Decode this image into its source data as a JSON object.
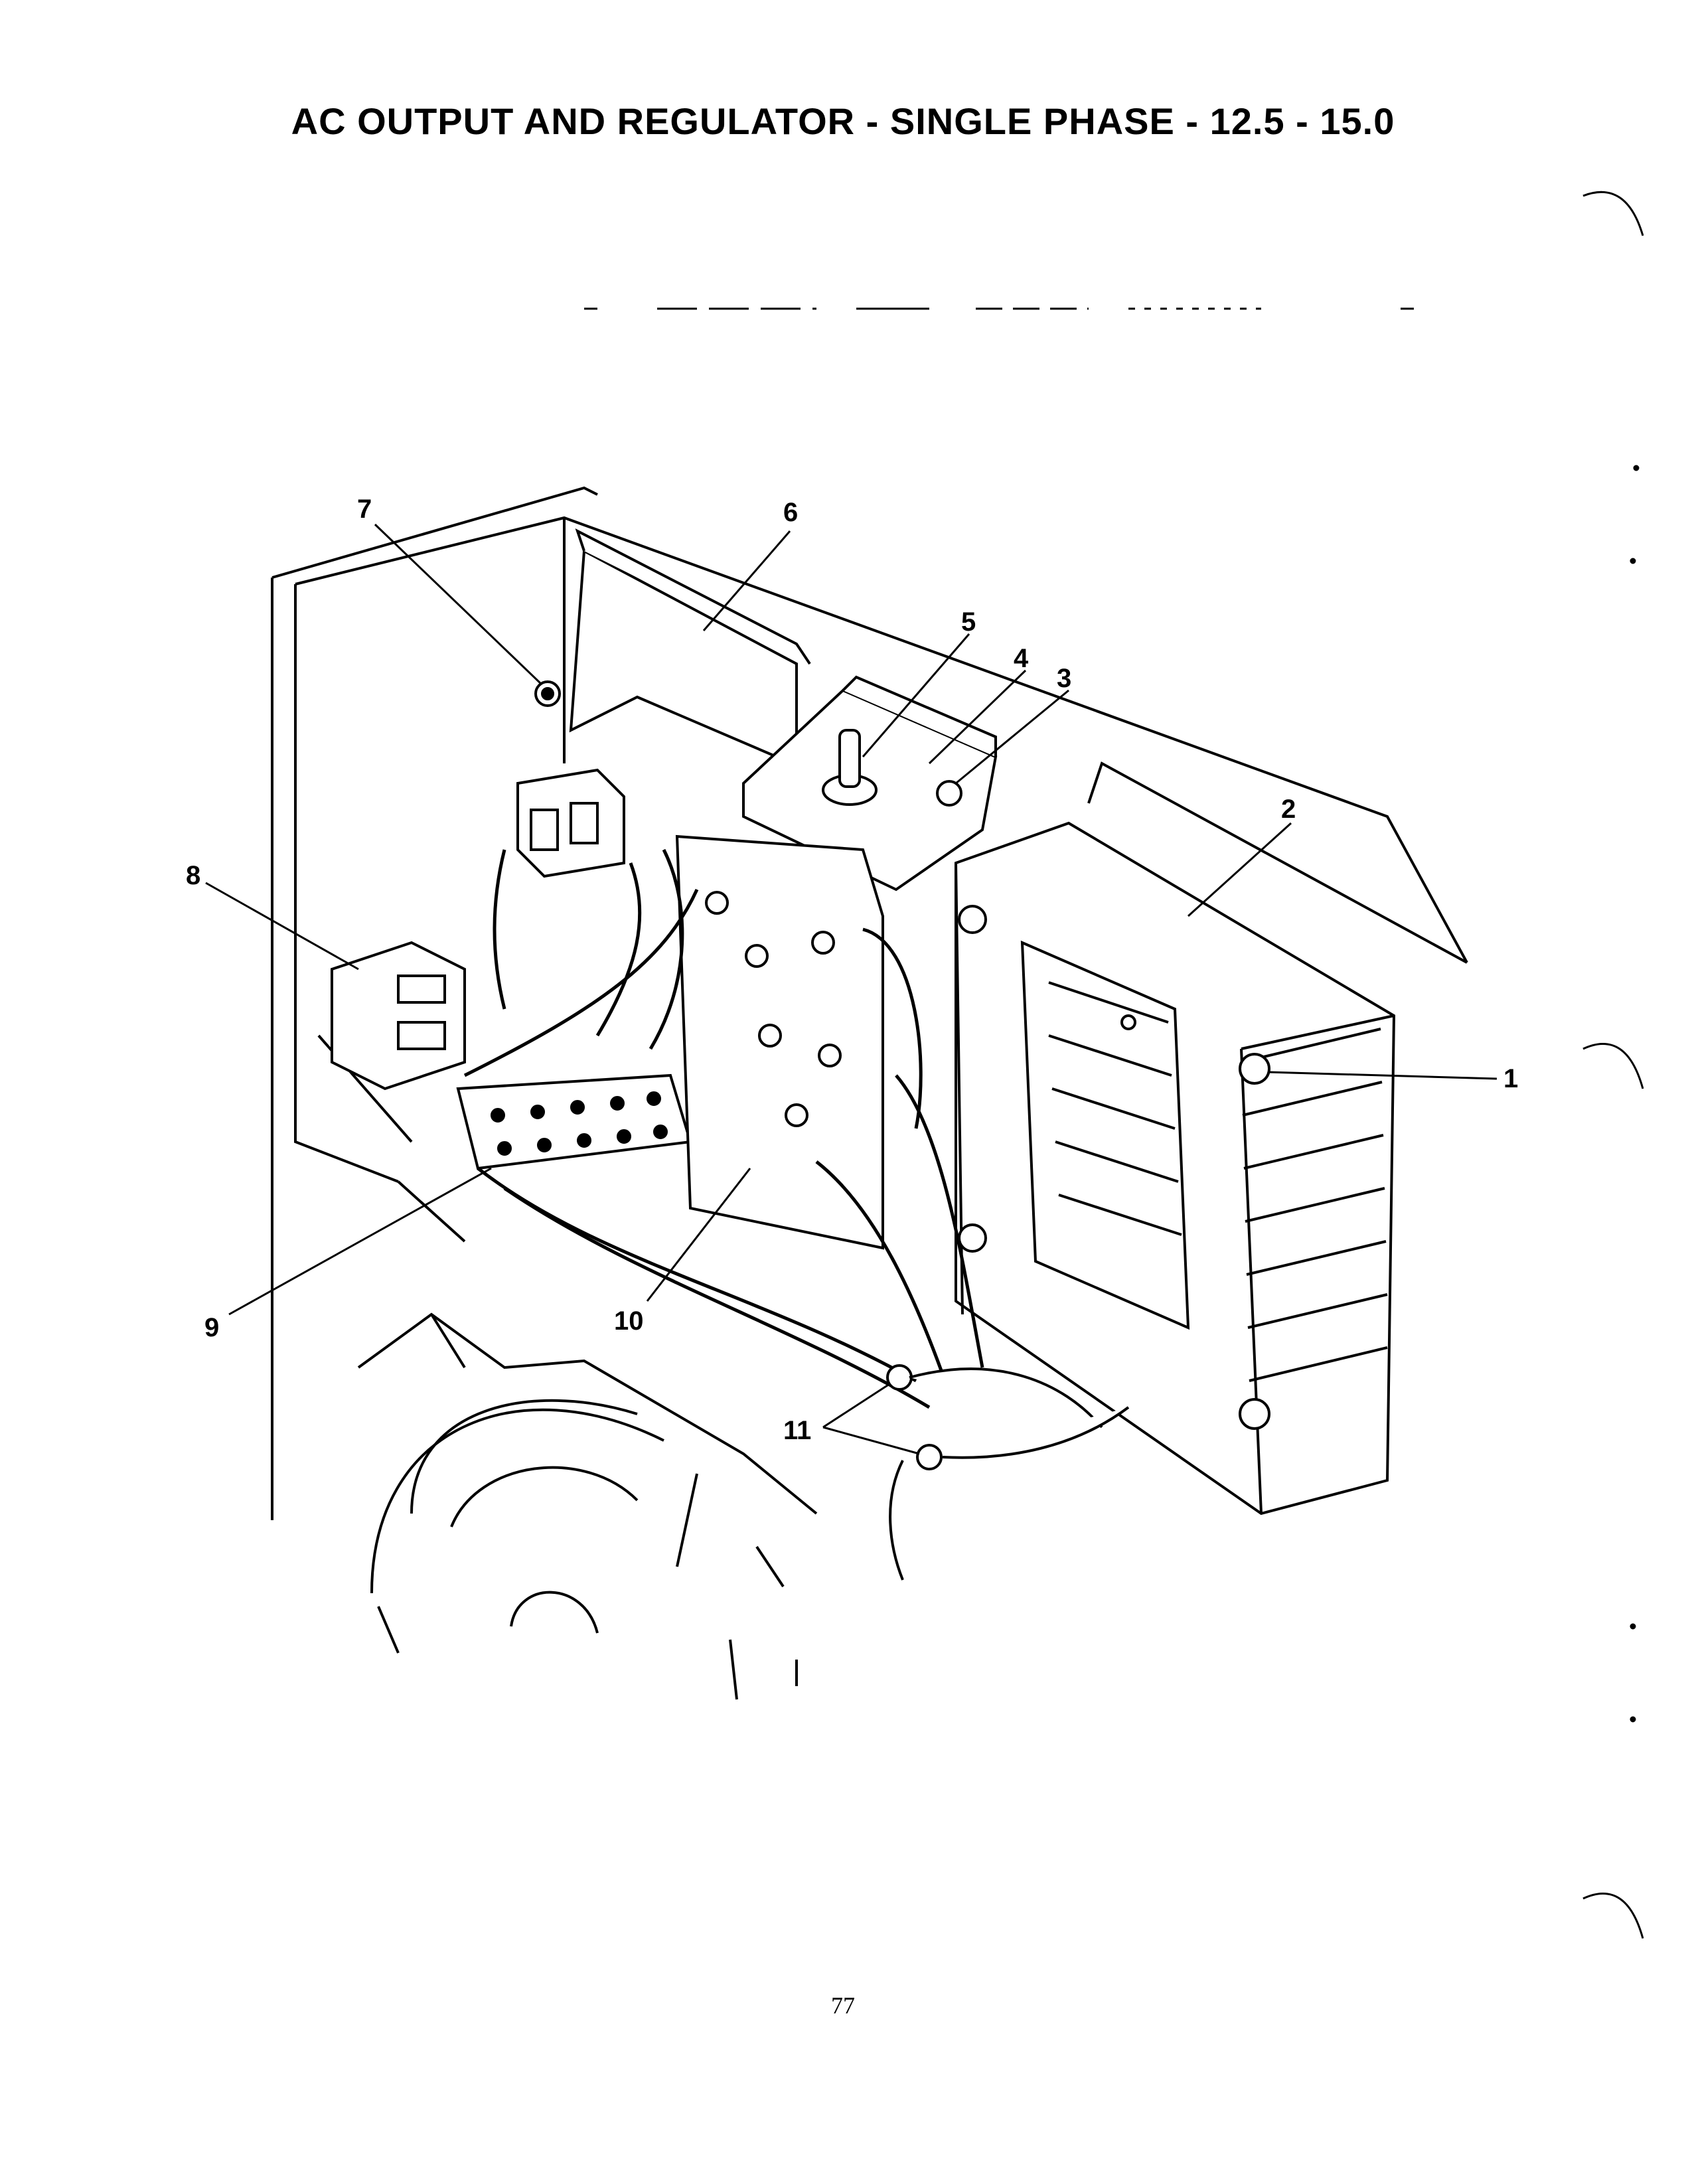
{
  "page": {
    "title": "AC OUTPUT AND REGULATOR - SINGLE PHASE - 12.5 - 15.0",
    "page_number": "77"
  },
  "callouts": [
    {
      "id": "1",
      "label": "1"
    },
    {
      "id": "2",
      "label": "2"
    },
    {
      "id": "3",
      "label": "3"
    },
    {
      "id": "4",
      "label": "4"
    },
    {
      "id": "5",
      "label": "5"
    },
    {
      "id": "6",
      "label": "6"
    },
    {
      "id": "7",
      "label": "7"
    },
    {
      "id": "8",
      "label": "8"
    },
    {
      "id": "9",
      "label": "9"
    },
    {
      "id": "10",
      "label": "10"
    },
    {
      "id": "11",
      "label": "11"
    }
  ]
}
